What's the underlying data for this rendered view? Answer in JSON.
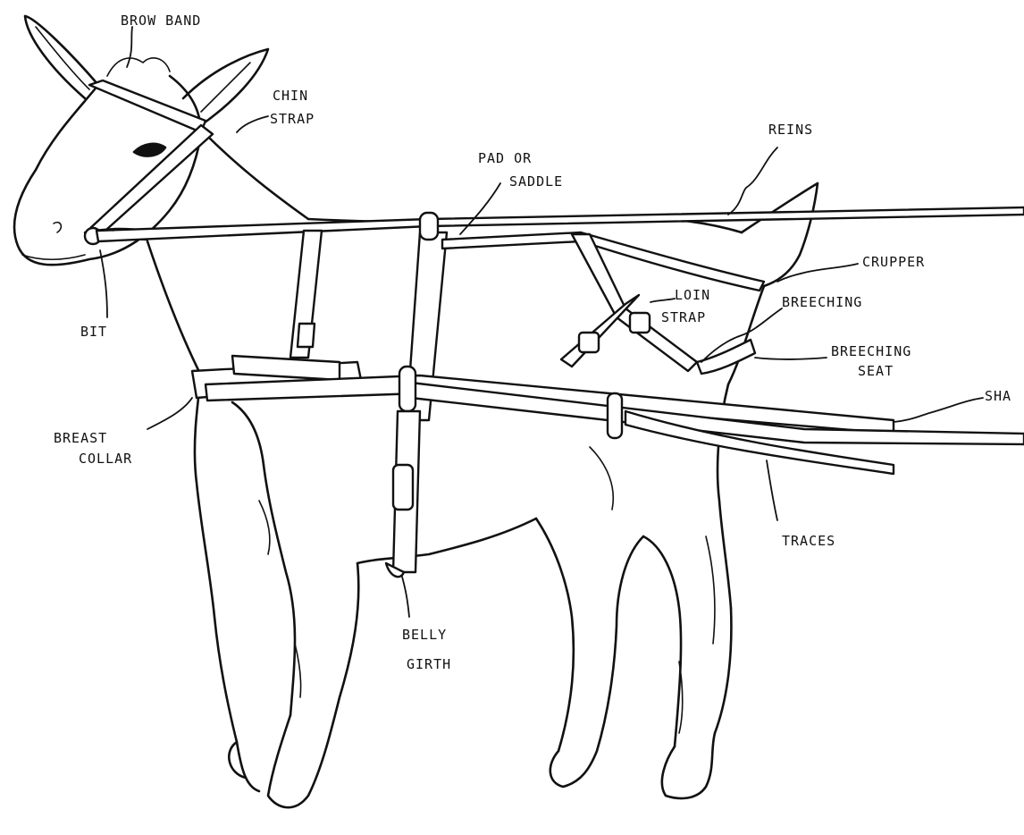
{
  "labels": {
    "brow_band": "BROW BAND",
    "chin_strap_1": "CHIN",
    "chin_strap_2": "STRAP",
    "pad_1": "PAD OR",
    "pad_2": "SADDLE",
    "reins": "REINS",
    "crupper": "CRUPPER",
    "loin_1": "LOIN",
    "loin_2": "STRAP",
    "breeching": "BREECHING",
    "breeching_seat_1": "BREECHING",
    "breeching_seat_2": "SEAT",
    "shafts": "SHA",
    "bit": "BIT",
    "breast_collar_1": "BREAST",
    "breast_collar_2": "COLLAR",
    "traces": "TRACES",
    "belly_girth_1": "BELLY",
    "belly_girth_2": "GIRTH"
  }
}
